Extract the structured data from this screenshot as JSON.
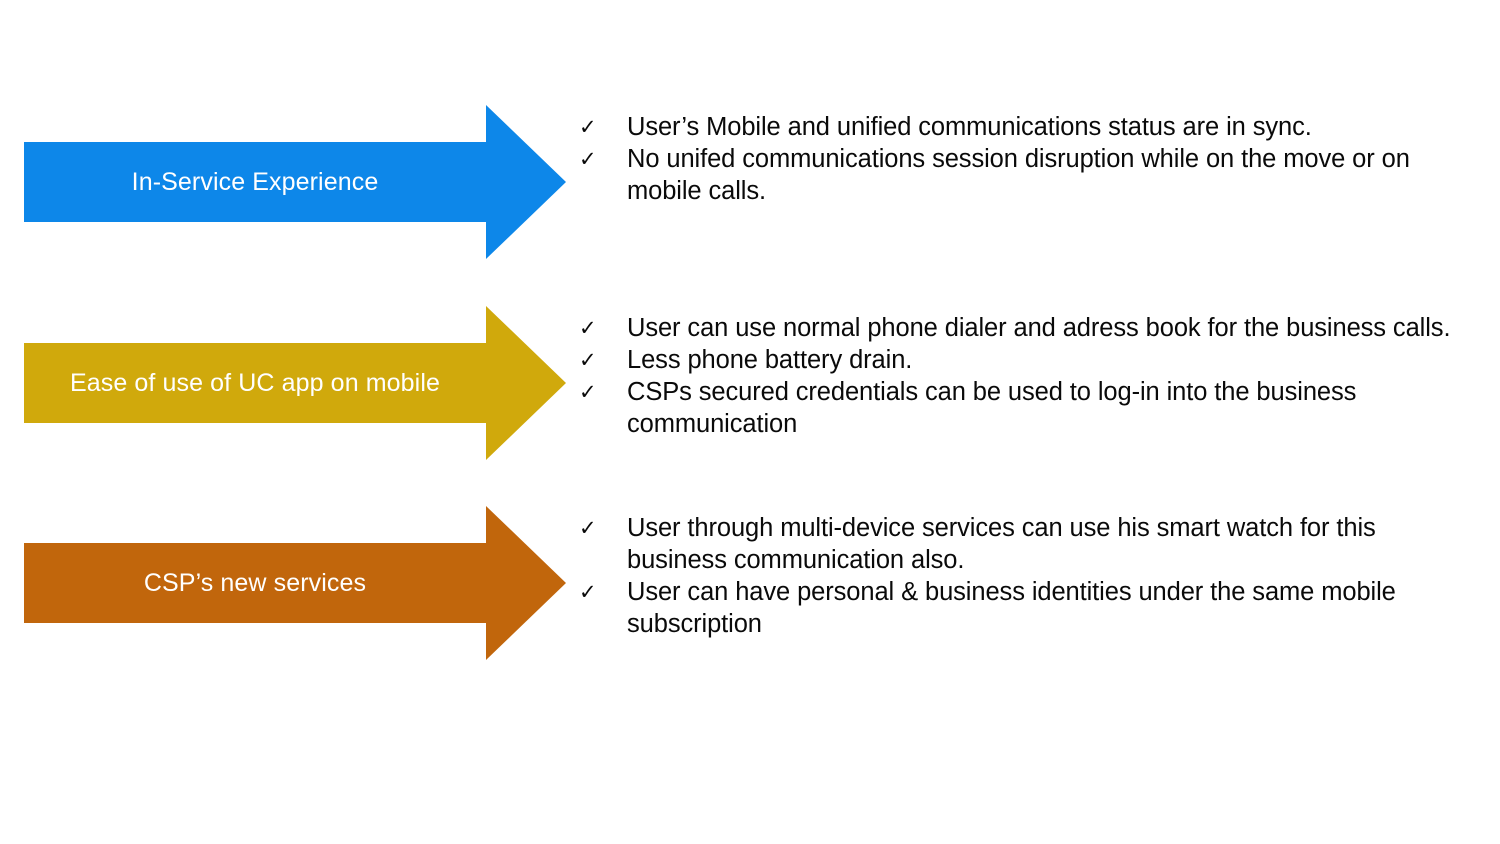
{
  "slide": {
    "background_color": "#FFFFFF",
    "bullet_text_color": "#0A0A0A",
    "label_text_color": "#FFFFFF",
    "check_glyph": "✓"
  },
  "rows": [
    {
      "arrow_label": "In-Service Experience",
      "arrow_color": "#0D87E9",
      "arrow_name": "in-service-experience",
      "bullets": [
        "User’s Mobile and unified communications status are in sync.",
        "No unifed communications session disruption while on the move or on mobile calls."
      ]
    },
    {
      "arrow_label": "Ease of use of UC app on mobile",
      "arrow_color": "#D0A90C",
      "arrow_name": "ease-of-use-of-uc-app-on-mobile",
      "bullets": [
        "User can use normal phone dialer and adress book for the business calls.",
        "Less phone battery drain.",
        "CSPs secured credentials can be used to log-in into the business communication"
      ]
    },
    {
      "arrow_label": "CSP’s new services",
      "arrow_color": "#C1660C",
      "arrow_name": "csps-new-services",
      "bullets": [
        "User through multi-device services can use his smart watch for this business communication also.",
        "User can have personal & business identities under the same mobile subscription"
      ]
    }
  ]
}
